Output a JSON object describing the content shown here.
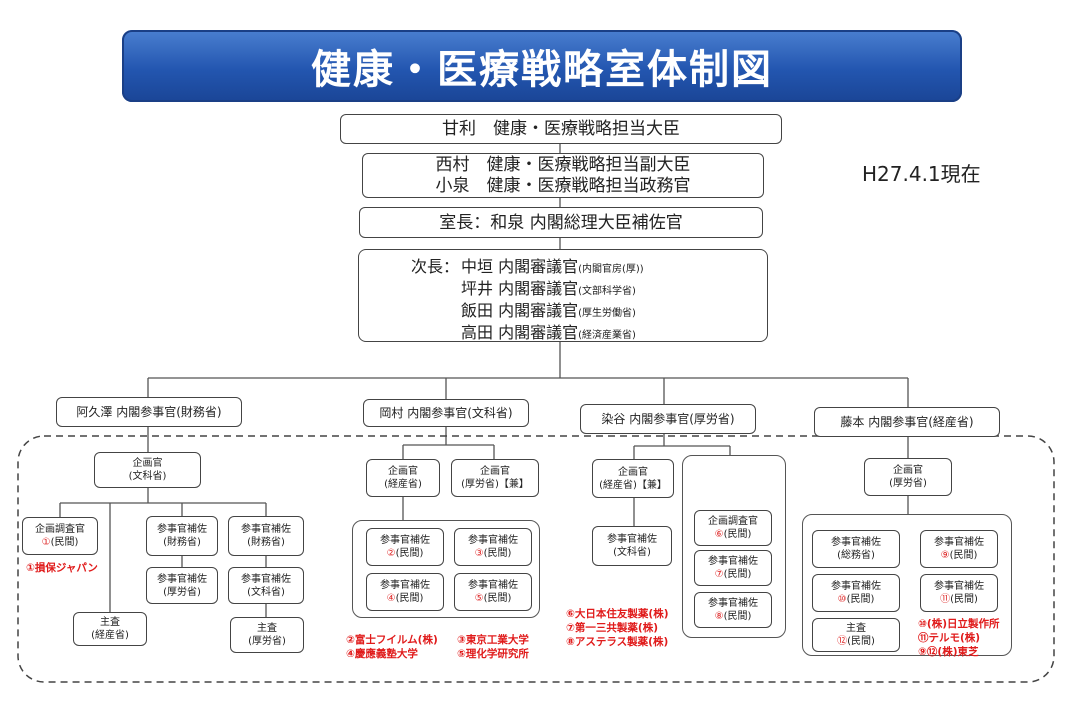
{
  "title": "健康・医療戦略室体制図",
  "date": "H27.4.1現在",
  "minister": "甘利　健康・医療戦略担当大臣",
  "vice1": "西村　健康・医療戦略担当副大臣",
  "vice2": "小泉　健康・医療戦略担当政務官",
  "chief": "室長：和泉 内閣総理大臣補佐官",
  "deputy": {
    "label": "次長：",
    "members": [
      {
        "name": "中垣 内閣審議官",
        "org": "(内閣官房(厚))"
      },
      {
        "name": "坪井 内閣審議官",
        "org": "(文部科学省)"
      },
      {
        "name": "飯田 内閣審議官",
        "org": "(厚生労働省)"
      },
      {
        "name": "高田 内閣審議官",
        "org": "(経済産業省)"
      }
    ]
  },
  "counselors": [
    "阿久澤 内閣参事官(財務省)",
    "岡村 内閣参事官(文科省)",
    "染谷 内閣参事官(厚労省)",
    "藤本 内閣参事官(経産省)"
  ],
  "col1": {
    "planner": [
      "企画官",
      "(文科省)"
    ],
    "chosa": [
      "企画調査官",
      "(民間)"
    ],
    "chosa_num": "①",
    "hosa1": [
      "参事官補佐",
      "(財務省)"
    ],
    "hosa2": [
      "参事官補佐",
      "(財務省)"
    ],
    "hosa3": [
      "参事官補佐",
      "(厚労省)"
    ],
    "hosa4": [
      "参事官補佐",
      "(文科省)"
    ],
    "shusa1": [
      "主査",
      "(経産省)"
    ],
    "shusa2": [
      "主査",
      "(厚労省)"
    ],
    "note": "①損保ジャパン"
  },
  "col2": {
    "planner1": [
      "企画官",
      "(経産省)"
    ],
    "planner2": [
      "企画官",
      "(厚労省)【兼】"
    ],
    "h2": {
      "num": "②",
      "t": "参事官補佐",
      "s": "(民間)"
    },
    "h3": {
      "num": "③",
      "t": "参事官補佐",
      "s": "(民間)"
    },
    "h4": {
      "num": "④",
      "t": "参事官補佐",
      "s": "(民間)"
    },
    "h5": {
      "num": "⑤",
      "t": "参事官補佐",
      "s": "(民間)"
    },
    "note1a": "②富士フイルム(株)",
    "note1b": "④慶應義塾大学",
    "note2a": "③東京工業大学",
    "note2b": "⑤理化学研究所"
  },
  "col3": {
    "planner": [
      "企画官",
      "(経産省)【兼】"
    ],
    "hosa": [
      "参事官補佐",
      "(文科省)"
    ],
    "c6": {
      "num": "⑥",
      "t": "企画調査官",
      "s": "(民間)"
    },
    "h7": {
      "num": "⑦",
      "t": "参事官補佐",
      "s": "(民間)"
    },
    "h8": {
      "num": "⑧",
      "t": "参事官補佐",
      "s": "(民間)"
    },
    "note_a": "⑥大日本住友製薬(株)",
    "note_b": "⑦第一三共製薬(株)",
    "note_c": "⑧アステラス製薬(株)"
  },
  "col4": {
    "planner": [
      "企画官",
      "(厚労省)"
    ],
    "hs": [
      "参事官補佐",
      "(総務省)"
    ],
    "h9": {
      "num": "⑨",
      "t": "参事官補佐",
      "s": "(民間)"
    },
    "h10": {
      "num": "⑩",
      "t": "参事官補佐",
      "s": "(民間)"
    },
    "h11": {
      "num": "⑪",
      "t": "参事官補佐",
      "s": "(民間)"
    },
    "s12": {
      "num": "⑫",
      "t": "主査",
      "s": "(民間)"
    },
    "note_a": "⑩(株)日立製作所",
    "note_b": "⑪テルモ(株)",
    "note_c": "⑨⑫(株)東芝"
  }
}
